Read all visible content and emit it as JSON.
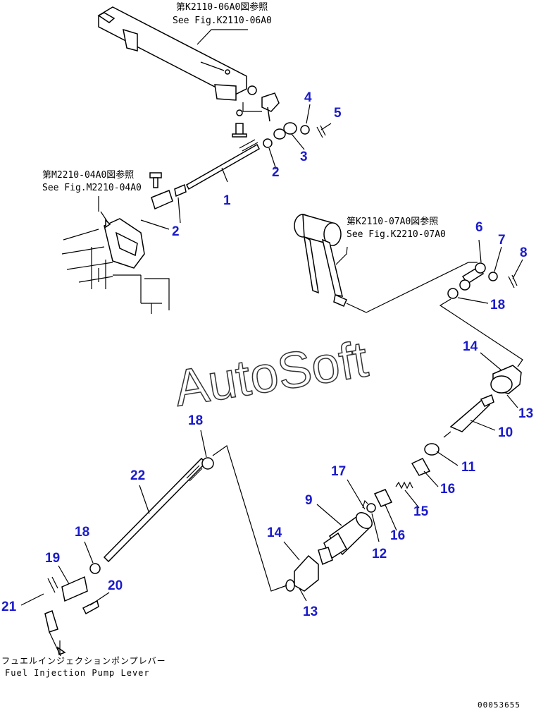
{
  "colors": {
    "callout": "#1a1acc",
    "line": "#000000",
    "watermark_outline": "#333333"
  },
  "references": [
    {
      "id": "ref-k2110-06a0",
      "jp": "第K2110-06A0図参照",
      "en": "See Fig.K2110-06A0"
    },
    {
      "id": "ref-m2210-04a0",
      "jp": "第M2210-04A0図参照",
      "en": "See Fig.M2210-04A0"
    },
    {
      "id": "ref-k2110-07a0",
      "jp": "第K2110-07A0図参照",
      "en": "See Fig.K2210-07A0"
    }
  ],
  "callouts": [
    "1",
    "2",
    "2",
    "3",
    "4",
    "5",
    "6",
    "7",
    "8",
    "18",
    "14",
    "13",
    "10",
    "11",
    "16",
    "15",
    "16",
    "12",
    "17",
    "9",
    "14",
    "13",
    "18",
    "22",
    "18",
    "19",
    "20",
    "21"
  ],
  "footer": {
    "jp": "フュエルインジェクションポンプレバー",
    "en": "Fuel Injection Pump Lever"
  },
  "watermark": "AutoSoft",
  "doc_number": "00053655"
}
